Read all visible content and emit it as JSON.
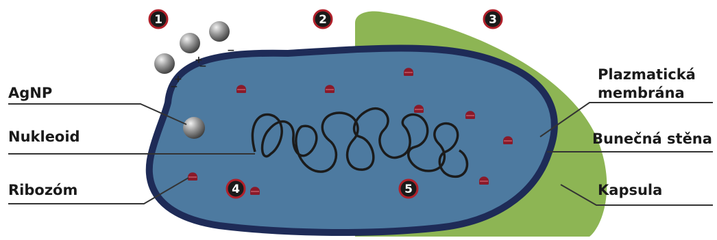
{
  "labels": {
    "agnp": "AgNP",
    "nukleoid": "Nukleoid",
    "ribozom": "Ribozóm",
    "plazmaticka_line1": "Plazmatická",
    "plazmaticka_line2": "membrána",
    "bunecna_stena": "Bunečná stěna",
    "kapsula": "Kapsula"
  },
  "badges": [
    "1",
    "2",
    "3",
    "4",
    "5"
  ],
  "ion_signs": [
    "+",
    "−"
  ],
  "colors": {
    "capsule": "#8db554",
    "membrane": "#1e2b57",
    "cytoplasm": "#4d7aa0",
    "dna": "#1b1b1b",
    "ribosome": "#8a1a2a",
    "badge_fill": "#1a1a1a",
    "badge_ring": "#b0202a",
    "nanoparticle": "#7a7a7a",
    "leader_line": "#333333"
  }
}
